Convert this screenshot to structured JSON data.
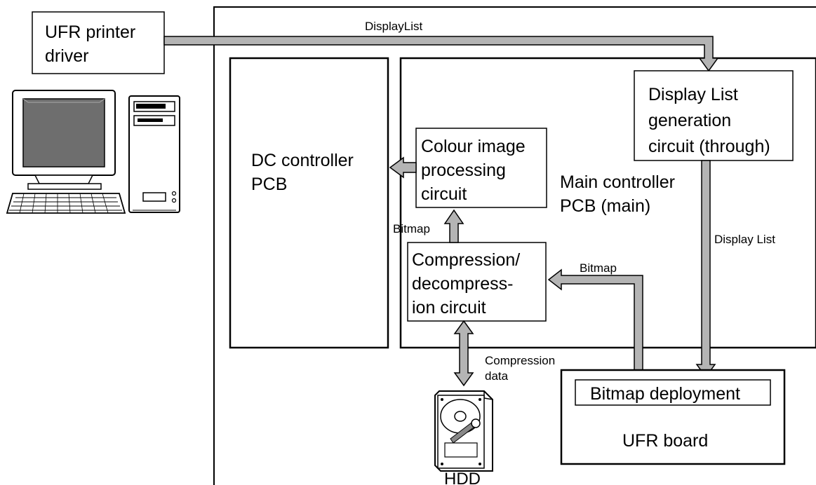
{
  "labels": {
    "printer_driver": [
      "UFR printer",
      "driver"
    ],
    "display_list_top": "DisplayList",
    "dc_controller": [
      "DC controller",
      "PCB"
    ],
    "colour_image": [
      "Colour image",
      "processing",
      "circuit"
    ],
    "main_controller": [
      "Main controller",
      "PCB (main)"
    ],
    "display_list_gen": [
      "Display List",
      "generation",
      "circuit (through)"
    ],
    "display_list_side": "Display List",
    "bitmap_up": "Bitmap",
    "bitmap_right": "Bitmap",
    "compression": [
      "Compression/",
      "decompress-",
      "ion circuit"
    ],
    "compression_data": [
      "Compression",
      "data"
    ],
    "bitmap_deployment": "Bitmap deployment",
    "ufr_board": "UFR board",
    "hdd": "HDD"
  },
  "icons": {
    "computer": "desktop-computer-icon",
    "hdd": "hard-disk-drive-icon"
  },
  "colors": {
    "arrow_fill": "#b4b4b4",
    "stroke": "#000000",
    "screen": "#6e6e6e"
  }
}
